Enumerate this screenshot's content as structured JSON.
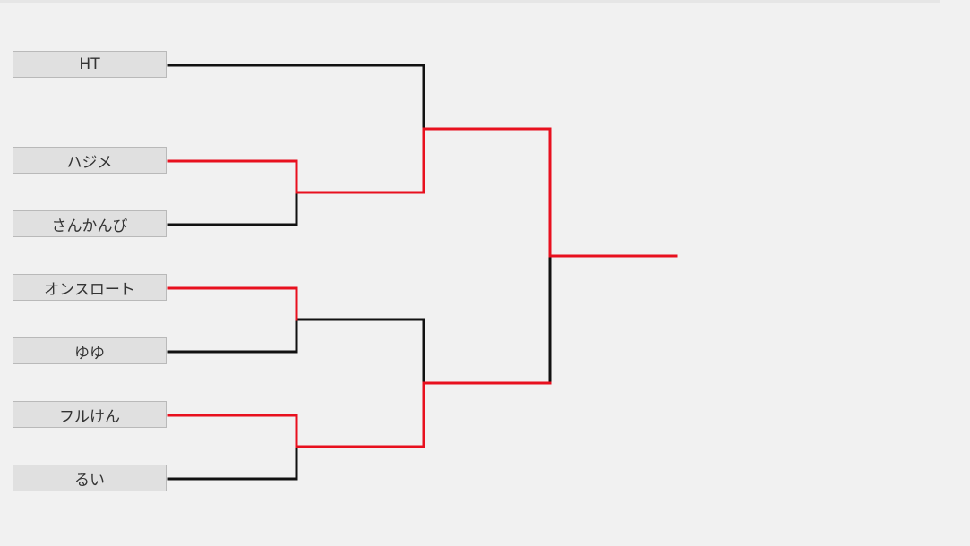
{
  "teams": [
    {
      "name": "HT"
    },
    {
      "name": "ハジメ"
    },
    {
      "name": "さんかんび"
    },
    {
      "name": "オンスロート"
    },
    {
      "name": "ゆゆ"
    },
    {
      "name": "フルけん"
    },
    {
      "name": "るい"
    }
  ],
  "colors": {
    "winner_line": "#e8101e",
    "loser_line": "#111111",
    "box_fill": "#e0e0e0",
    "box_border": "#b9b9b9",
    "background": "#f1f1f1"
  }
}
